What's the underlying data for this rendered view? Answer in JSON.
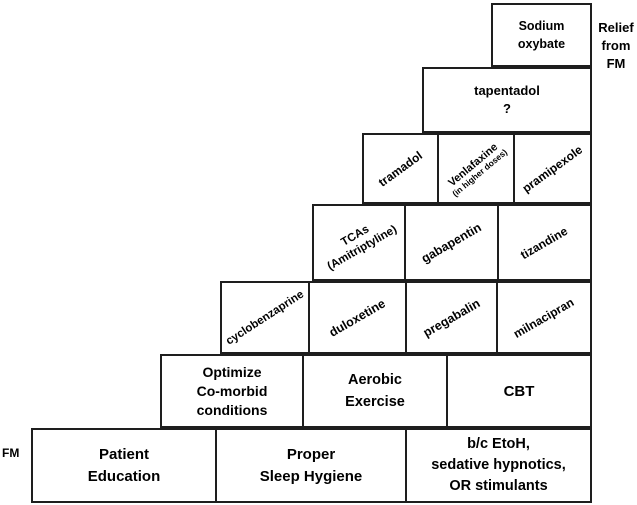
{
  "colors": {
    "background": "#ffffff",
    "line": "#1e1e1e",
    "text": "#000000"
  },
  "labels": {
    "start": "FM",
    "goal": "Relief\nfrom\nFM"
  },
  "pyramid": {
    "rows": [
      {
        "boxes": [
          {
            "id": "sodium-oxybate",
            "label": "Sodium\noxybate"
          }
        ]
      },
      {
        "boxes": [
          {
            "id": "tapentadol",
            "label": "tapentadol\n?"
          }
        ]
      },
      {
        "boxes": [
          {
            "id": "tramadol",
            "label": "tramadol"
          },
          {
            "id": "venlafaxine",
            "label": "Venlafaxine",
            "sublabel": "(in higher doses)"
          },
          {
            "id": "pramipexole",
            "label": "pramipexole"
          }
        ]
      },
      {
        "boxes": [
          {
            "id": "tcas-amitriptyline",
            "label": "TCAs\n(Amitriptyline)"
          },
          {
            "id": "gabapentin",
            "label": "gabapentin"
          },
          {
            "id": "tizandine",
            "label": "tizandine"
          }
        ]
      },
      {
        "boxes": [
          {
            "id": "cyclobenzaprine",
            "label": "cyclobenzaprine"
          },
          {
            "id": "duloxetine",
            "label": "duloxetine"
          },
          {
            "id": "pregabalin",
            "label": "pregabalin"
          },
          {
            "id": "milnacipran",
            "label": "milnacipran"
          }
        ]
      },
      {
        "boxes": [
          {
            "id": "optimize-comorbid",
            "label": "Optimize\nCo-morbid\nconditions"
          },
          {
            "id": "aerobic-exercise",
            "label": "Aerobic\nExercise"
          },
          {
            "id": "cbt",
            "label": "CBT"
          }
        ]
      },
      {
        "boxes": [
          {
            "id": "patient-education",
            "label": "Patient\nEducation"
          },
          {
            "id": "proper-sleep-hygiene",
            "label": "Proper\nSleep Hygiene"
          },
          {
            "id": "bc-etoh",
            "label": "b/c EtoH,\nsedative hypnotics,\nOR stimulants"
          }
        ]
      }
    ]
  }
}
